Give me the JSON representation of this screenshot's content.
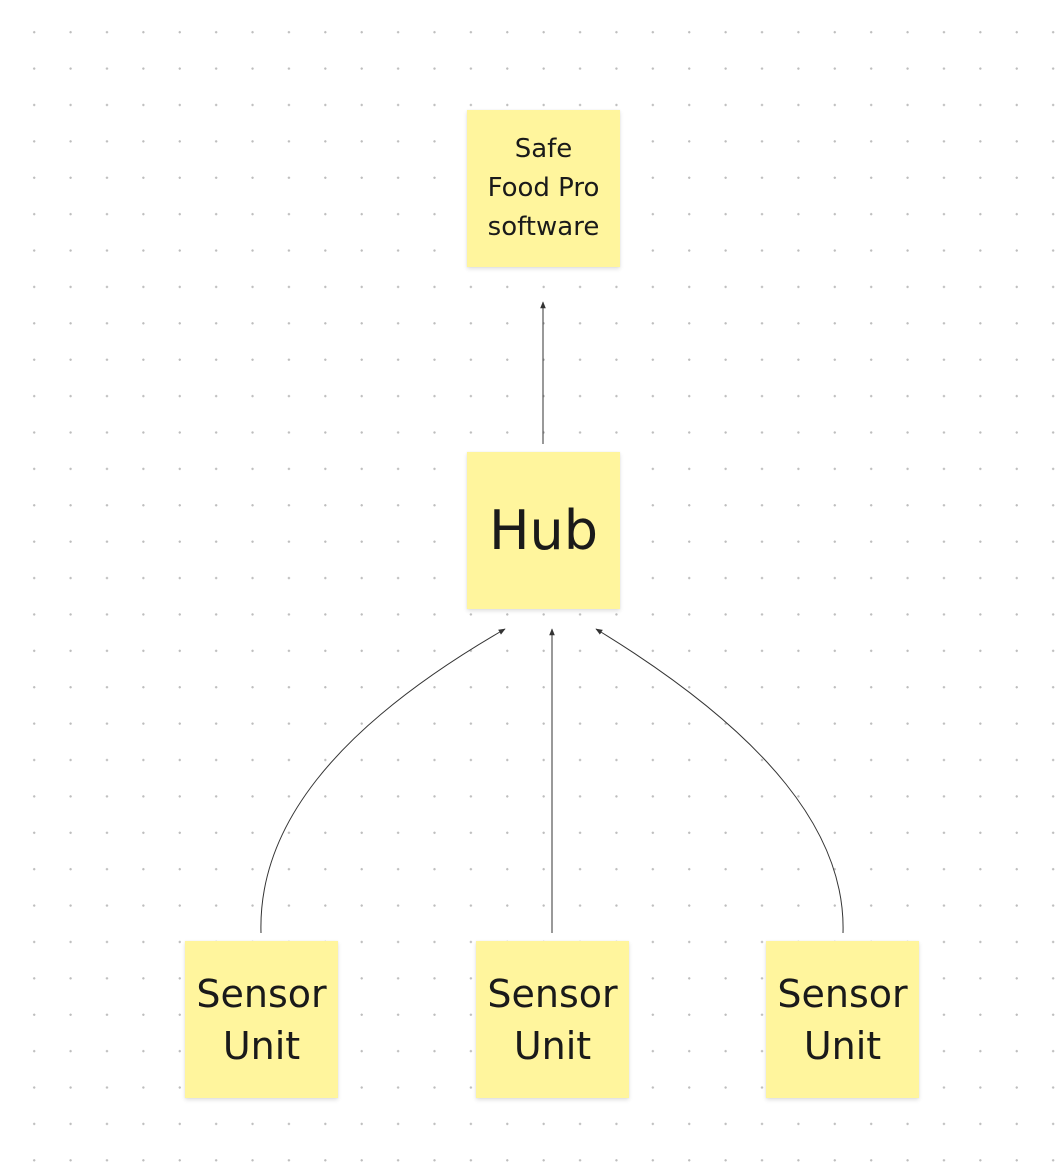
{
  "board": {
    "background": "#ffffff",
    "dot_color": "#bdbdbd",
    "sticky_color": "#fff59d",
    "connector_color": "#333333"
  },
  "notes": {
    "software": {
      "text": "Safe\nFood Pro\nsoftware"
    },
    "hub": {
      "text": "Hub"
    },
    "sensors": [
      {
        "text": "Sensor\nUnit"
      },
      {
        "text": "Sensor\nUnit"
      },
      {
        "text": "Sensor\nUnit"
      }
    ]
  },
  "connectors": [
    {
      "from": "hub",
      "to": "software"
    },
    {
      "from": "sensor-1",
      "to": "hub"
    },
    {
      "from": "sensor-2",
      "to": "hub"
    },
    {
      "from": "sensor-3",
      "to": "hub"
    }
  ]
}
